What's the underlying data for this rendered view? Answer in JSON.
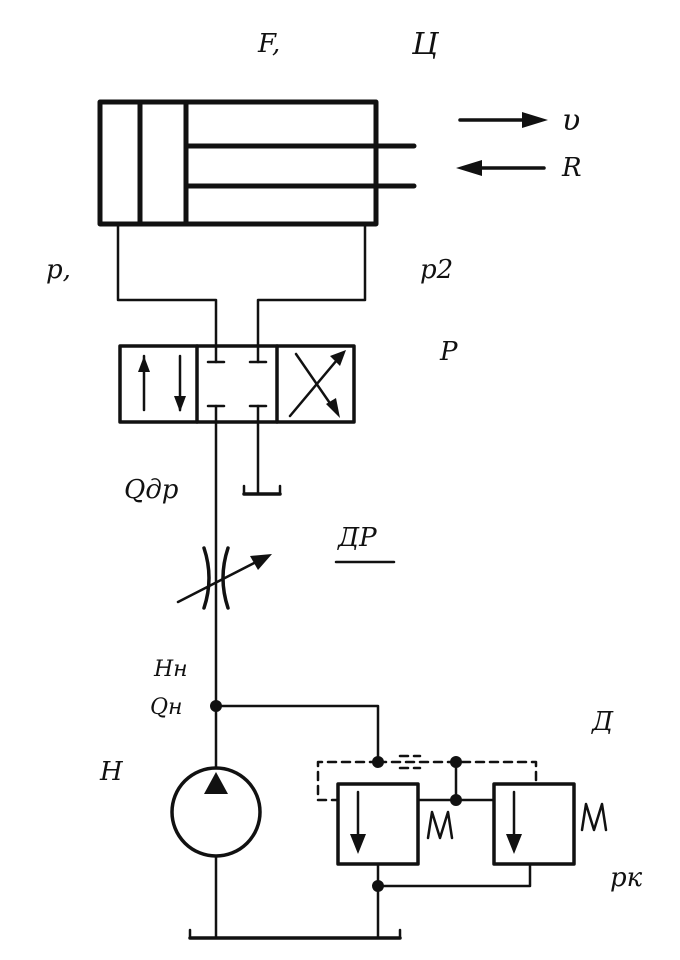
{
  "labels": {
    "cylinder": "Ц",
    "cylinder_partial": "F,",
    "velocity": "υ",
    "load": "R",
    "p1": "p,",
    "p2": "p2",
    "valve": "P",
    "q_throttle": "Qдр",
    "throttle": "ДР",
    "pump_pressure": "Hн",
    "pump_flow": "Qн",
    "pump": "Н",
    "relief": "Д",
    "pk": "pк",
    "spring_left": "M",
    "spring_right": "M"
  }
}
